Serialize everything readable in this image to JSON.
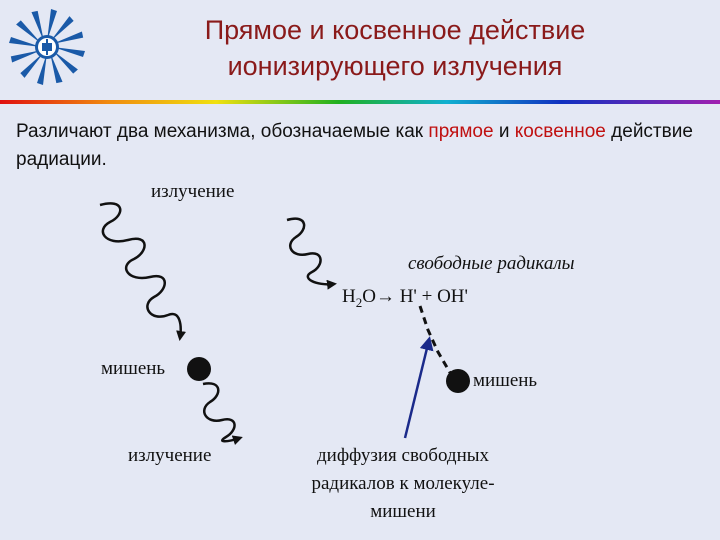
{
  "title_line1": "Прямое и косвенное действие",
  "title_line2": "ионизирующего излучения",
  "intro": {
    "part1": "Различают два механизма, обозначаемые как ",
    "direct": "прямое",
    "part2": " и ",
    "indirect": "косвенное",
    "part3": " действие радиации."
  },
  "labels": {
    "radiation_top": "излучение",
    "target_left": "мишень",
    "radiation_bottom": "излучение",
    "free_radicals": "свободные радикалы",
    "equation": {
      "h": "H",
      "sub": "2",
      "rest": "O→ H' + OH'"
    },
    "target_right": "мишень",
    "diffusion_line1": "диффузия свободных",
    "diffusion_line2": "радикалов к молекуле-",
    "diffusion_line3": "мишени"
  },
  "colors": {
    "title": "#8a1a1a",
    "highlight": "#c01010",
    "arrow": "#1a2a8a",
    "background": "#e4e8f4"
  }
}
